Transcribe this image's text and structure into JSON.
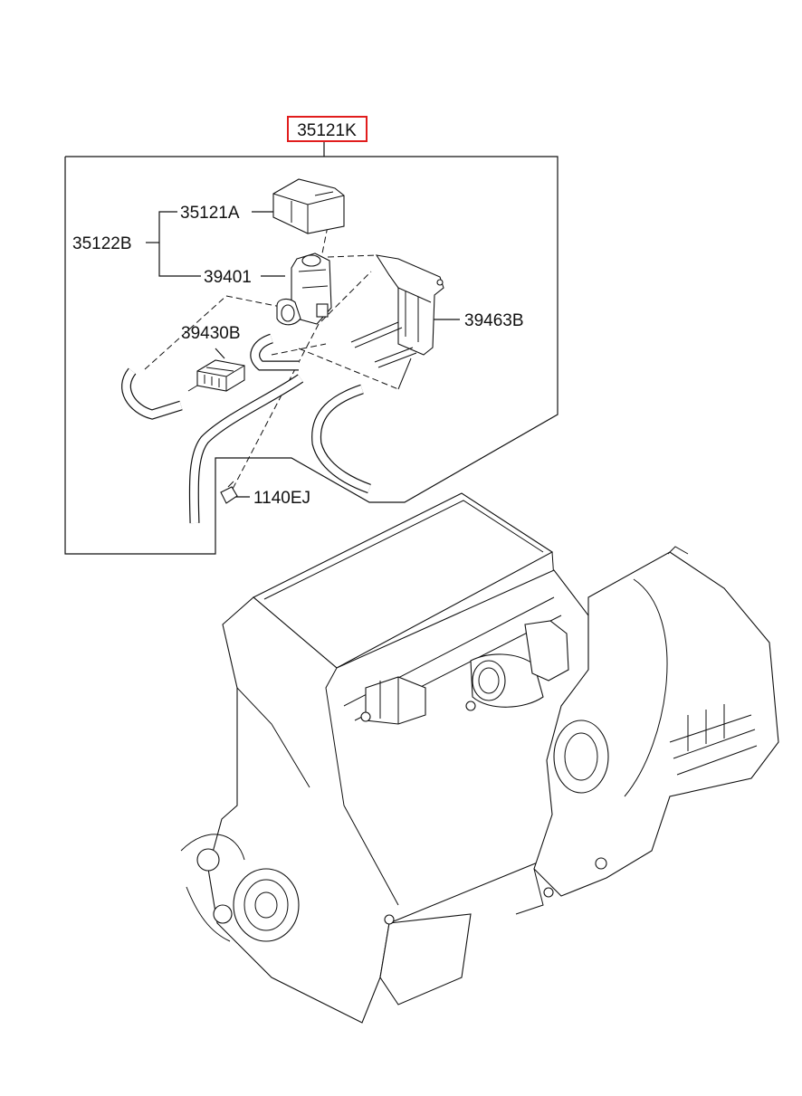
{
  "callouts": {
    "assembly": "35121K",
    "sensor_cover": "35121A",
    "sensor_group": "35122B",
    "valve": "39401",
    "filter": "39430B",
    "bracket": "39463B",
    "bolt": "1140EJ"
  },
  "colors": {
    "highlight_box": "#e11d1d",
    "line": "#111111",
    "background": "#ffffff"
  }
}
